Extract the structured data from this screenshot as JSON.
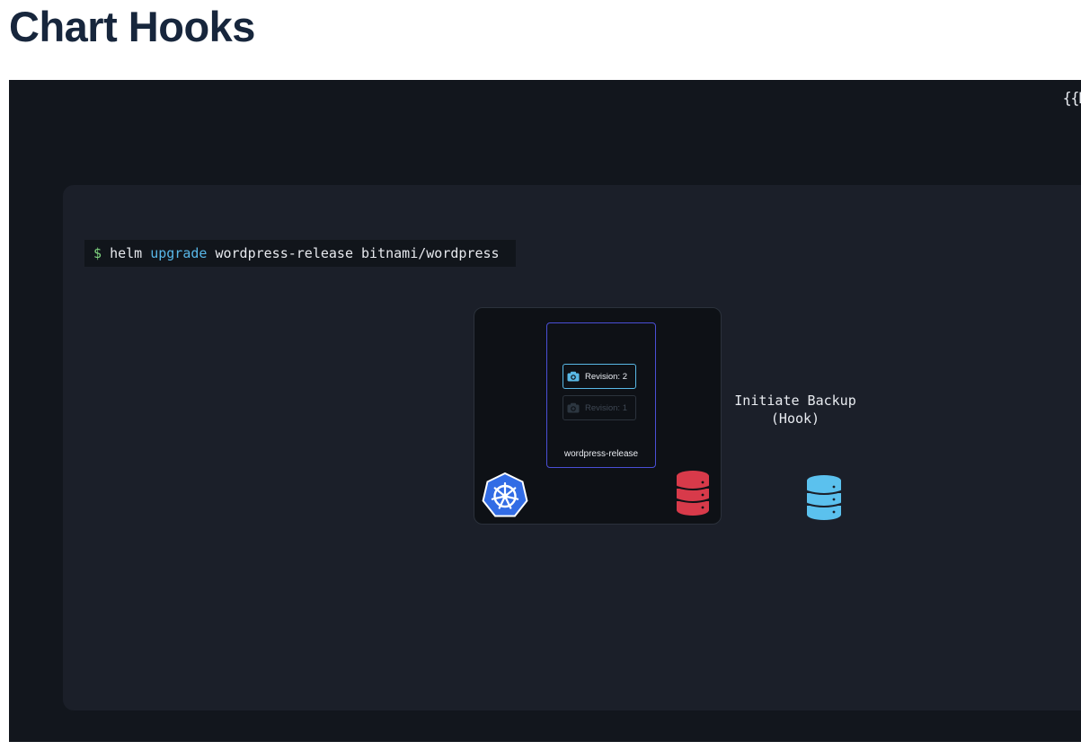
{
  "page": {
    "title": "Chart Hooks"
  },
  "video": {
    "brand_mark": "{{K"
  },
  "terminal": {
    "prompt": "$",
    "command": "helm",
    "subcommand": "upgrade",
    "args": "wordpress-release bitnami/wordpress"
  },
  "diagram": {
    "release": {
      "name": "wordpress-release",
      "revisions": [
        {
          "label": "Revision: 2",
          "state": "active"
        },
        {
          "label": "Revision: 1",
          "state": "faded"
        }
      ]
    },
    "hook": {
      "label": "Initiate Backup\n(Hook)"
    },
    "icons": {
      "cluster": "kubernetes-icon",
      "release_db": "database-icon",
      "backup_db": "database-icon",
      "revision": "camera-icon"
    },
    "colors": {
      "release_border": "#4a4fd6",
      "active_revision": "#59b9e6",
      "release_db": "#d83a4a",
      "backup_db": "#5bc1ee",
      "kubernetes": "#326ce5"
    }
  }
}
